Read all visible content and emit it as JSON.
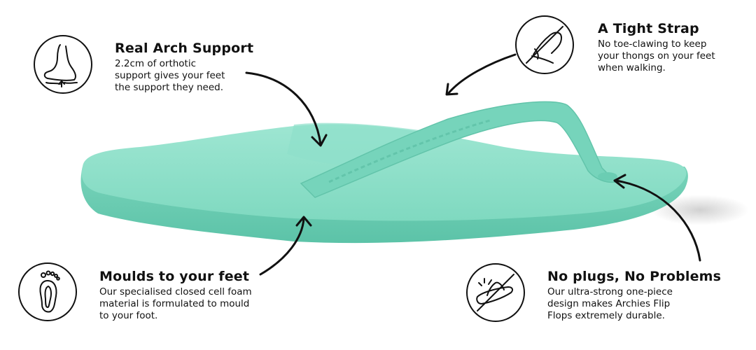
{
  "colors": {
    "product": "#7fd9c0",
    "product_shade": "#5cc3a8",
    "product_light": "#a8ead9",
    "ink": "#111111"
  },
  "features": {
    "arch": {
      "icon": "foot-arch-icon",
      "title": "Real Arch Support",
      "text": [
        "2.2cm of orthotic",
        "support gives your feet",
        "the support they need."
      ]
    },
    "strap": {
      "icon": "no-toe-claw-icon",
      "title": "A Tight Strap",
      "text": [
        "No toe-clawing to keep",
        "your thongs on your feet",
        "when walking."
      ]
    },
    "moulds": {
      "icon": "footprint-icon",
      "title": "Moulds to your feet",
      "text": [
        "Our specialised closed cell foam",
        "material is formulated to mould",
        "to your foot."
      ]
    },
    "plugs": {
      "icon": "no-plug-icon",
      "title": "No plugs, No Problems",
      "text": [
        "Our ultra-strong one-piece",
        "design makes Archies Flip",
        "Flops extremely durable."
      ]
    }
  }
}
